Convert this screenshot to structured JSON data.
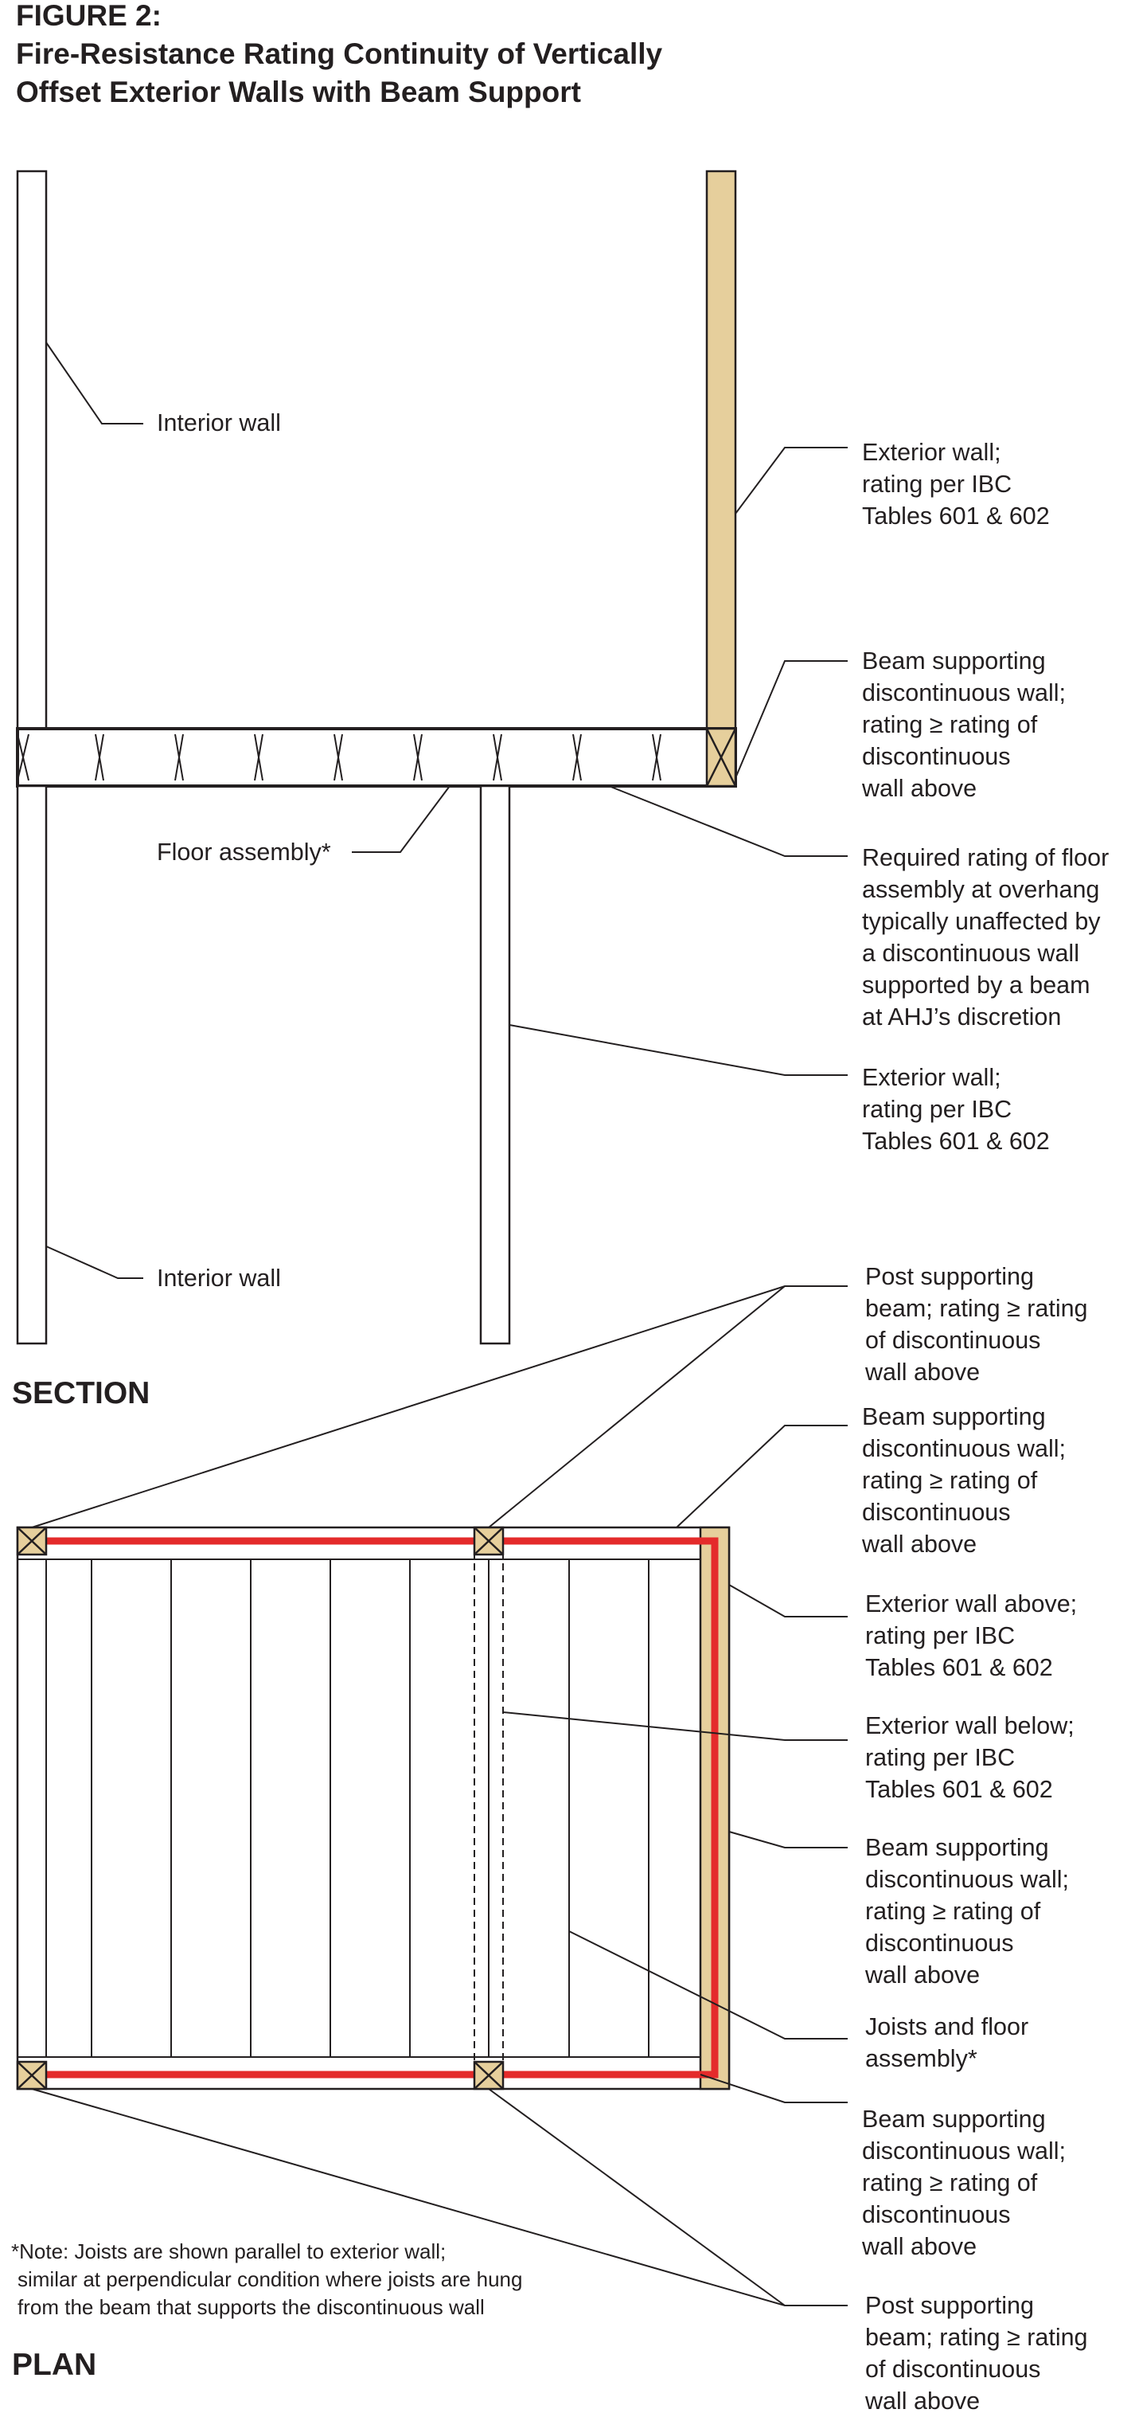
{
  "figure": {
    "number": "FIGURE 2:",
    "title_lines": [
      "Fire-Resistance Rating Continuity of Vertically",
      "Offset Exterior Walls with Beam Support"
    ]
  },
  "colors": {
    "line": "#231f20",
    "wall_tan": "#e6cf9c",
    "rated_red": "#e42b2b"
  },
  "section": {
    "heading": "SECTION",
    "labels": {
      "interior_wall_upper": [
        "Interior wall"
      ],
      "exterior_wall_upper": [
        "Exterior wall;",
        "rating per IBC",
        "Tables 601 & 602"
      ],
      "beam": [
        "Beam supporting",
        "discontinuous wall;",
        "rating ≥ rating of",
        "discontinuous",
        "wall above"
      ],
      "floor_assembly": [
        "Floor assembly*"
      ],
      "required_rating": [
        "Required rating of floor",
        "assembly at overhang",
        "typically unaffected by",
        "a discontinuous wall",
        "supported by a beam",
        "at AHJ’s discretion"
      ],
      "exterior_wall_lower": [
        "Exterior wall;",
        "rating per IBC",
        "Tables 601 & 602"
      ],
      "interior_wall_lower": [
        "Interior wall"
      ]
    }
  },
  "plan": {
    "heading": "PLAN",
    "labels": {
      "post_top": [
        "Post supporting",
        "beam; rating ≥ rating",
        "of discontinuous",
        "wall above"
      ],
      "beam_top": [
        "Beam supporting",
        "discontinuous wall;",
        "rating ≥ rating of",
        "discontinuous",
        "wall above"
      ],
      "ext_wall_above": [
        "Exterior wall above;",
        "rating per IBC",
        "Tables 601 & 602"
      ],
      "ext_wall_below": [
        "Exterior wall below;",
        "rating per IBC",
        "Tables 601 & 602"
      ],
      "beam_right": [
        "Beam supporting",
        "discontinuous wall;",
        "rating ≥ rating of",
        "discontinuous",
        "wall above"
      ],
      "joists": [
        "Joists and floor",
        "assembly*"
      ],
      "beam_bottom": [
        "Beam supporting",
        "discontinuous wall;",
        "rating ≥ rating of",
        "discontinuous",
        "wall above"
      ],
      "post_bottom": [
        "Post supporting",
        "beam; rating ≥ rating",
        "of discontinuous",
        "wall above"
      ]
    },
    "note_lines": [
      "*Note: Joists are shown parallel to exterior wall;",
      "similar at perpendicular condition where joists are hung",
      "from the beam that supports the discontinuous wall"
    ]
  }
}
